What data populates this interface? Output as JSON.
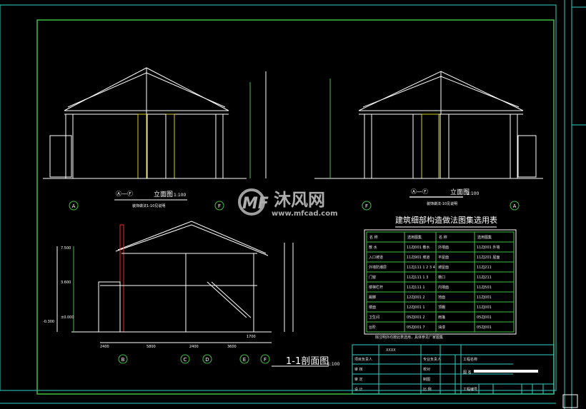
{
  "elevation_left": {
    "title": "立面图",
    "axes": "Ⓐ—Ⓕ",
    "scale": "1:100",
    "note": "装饰做法1-10见说明"
  },
  "elevation_right": {
    "title": "立面图",
    "axes": "Ⓐ—Ⓕ",
    "scale": "1:100",
    "note": "装饰做法-10见说明"
  },
  "section": {
    "title": "1-1剖面图",
    "scale": "1:100"
  },
  "axis_labels": [
    "A",
    "F",
    "F",
    "A",
    "B",
    "C",
    "D",
    "E",
    "F"
  ],
  "levels": [
    "7.500",
    "3.600",
    "±0.000",
    "-0.300"
  ],
  "dims_bottom": [
    "2400",
    "5800",
    "2400",
    "3600",
    "1700"
  ],
  "table": {
    "title": "建筑细部构造做法图集选用表",
    "headers": [
      "名 称",
      "选用图集",
      "名 称",
      "选用图集"
    ],
    "rows": [
      [
        "散 水",
        "11ZJ001 散水",
        "外墙面",
        "11ZJ001 外墙"
      ],
      [
        "入口坡道",
        "11ZJ901 坡道",
        "平屋面",
        "11ZJ201 屋面"
      ],
      [
        "外墙防潮层",
        "11ZJ111 1 2 3 4",
        "坡屋面",
        "11ZJ211"
      ],
      [
        "门窗",
        "11ZJ111 1 3",
        "檐口",
        "11ZJ211"
      ],
      [
        "楼梯栏杆",
        "11ZJ111 1",
        "内墙面",
        "11ZJ501"
      ],
      [
        "踢脚",
        "12ZJ001 2",
        "地面",
        "11ZJ001"
      ],
      [
        "楼面",
        "12ZJ001 1",
        "顶棚",
        "11ZJ001"
      ],
      [
        "卫生间",
        "05ZJ001 2",
        "雨篷",
        "05ZJ001"
      ],
      [
        "台阶",
        "05ZJ001 7",
        "油漆",
        "05ZJ001"
      ]
    ],
    "footer": "除注明外均按此表选用，具体参见厂家图集"
  },
  "title_block": {
    "project_label": "工程名称",
    "drawing_label": "图 名",
    "number_label": "工程编号",
    "rows": [
      "项目负责人",
      "审 核",
      "审 定",
      "设 计"
    ],
    "mid_rows": [
      "专业负责人",
      "校对",
      "制图",
      "比 例"
    ],
    "top_left": "XXXX"
  },
  "watermark": {
    "brand": "沐风网",
    "url": "www.mfcad.com"
  },
  "colors": {
    "background": "#000000",
    "frame": "#3fbf3f",
    "border": "#2fd0c8",
    "lines": "#ffffff"
  }
}
